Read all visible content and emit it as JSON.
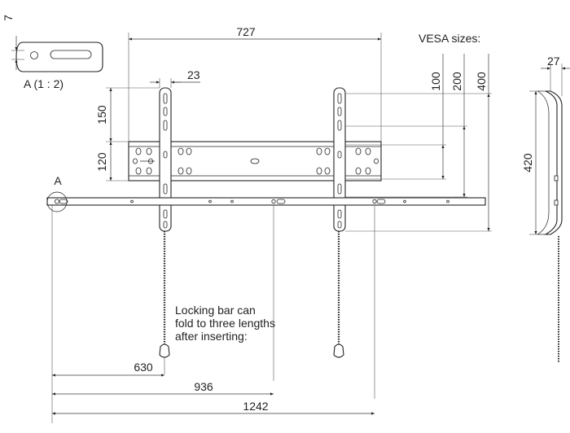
{
  "dimensions": {
    "width_727": "727",
    "offset_23": "23",
    "height_150": "150",
    "height_120": "120",
    "depth_27": "27",
    "height_420": "420",
    "len_630": "630",
    "len_936": "936",
    "len_1242": "1242",
    "slot_7": "7"
  },
  "vesa": {
    "title": "VESA sizes:",
    "v100": "100",
    "v200": "200",
    "v400": "400"
  },
  "detail": {
    "scale_label": "A (1 : 2)",
    "marker": "A"
  },
  "note": {
    "line1": "Locking bar can",
    "line2": "fold to three lengths",
    "line3": "after inserting:"
  }
}
